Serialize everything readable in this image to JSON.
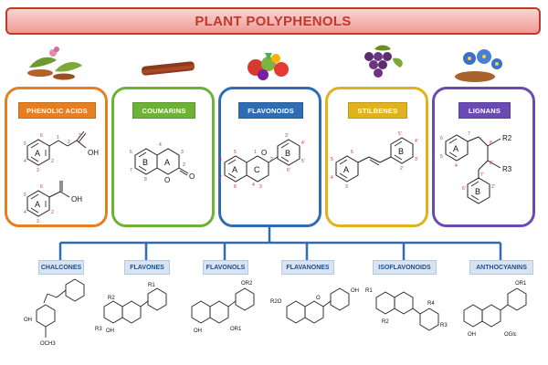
{
  "title": "PLANT POLYPHENOLS",
  "categories": [
    {
      "id": "phenolic",
      "label": "PHENOLIC ACIDS",
      "color": "#e67e22"
    },
    {
      "id": "coumarins",
      "label": "COUMARINS",
      "color": "#6bb235"
    },
    {
      "id": "flavonoids",
      "label": "FLAVONOIDS",
      "color": "#2e6db4"
    },
    {
      "id": "stilbenes",
      "label": "STILBENES",
      "color": "#e2b21c"
    },
    {
      "id": "lignans",
      "label": "LIGNANS",
      "color": "#6a4bb4"
    }
  ],
  "subclasses": [
    "CHALCONES",
    "FLAVONES",
    "FLAVONOLS",
    "FLAVANONES",
    "ISOFLAVONOIDS",
    "ANTHOCYANINS"
  ],
  "structures": {
    "phenolic": {
      "ring1": "A",
      "oh1": "OH",
      "ring2": "A",
      "oh2": "OH"
    },
    "coumarins": {
      "ringB": "B",
      "ringA": "A",
      "oxygen": "O",
      "carbonyl": "O"
    },
    "flavonoids": {
      "ringA": "A",
      "ringC": "C",
      "ringB": "B",
      "oxygen": "O"
    },
    "stilbenes": {
      "ringA": "A",
      "ringB": "B"
    },
    "lignans": {
      "ringA": "A",
      "ringB": "B",
      "r2": "R2",
      "r3": "R3"
    },
    "chalcones": {
      "oh": "OH",
      "och3": "OCH3"
    },
    "flavones": {
      "r1": "R1",
      "r2": "R2",
      "r3": "R3",
      "oh": "OH"
    },
    "flavonols": {
      "or1": "OR1",
      "or2": "OR2",
      "oh": "OH"
    },
    "flavanones": {
      "r2o": "R2O",
      "oh": "OH",
      "o": "O"
    },
    "isoflavonoids": {
      "r4": "R4",
      "r3": "R3",
      "r2": "R2",
      "r1": "R1"
    },
    "anthocyanins": {
      "or1": "OR1",
      "oglc": "OGlc",
      "oh": "OH"
    }
  }
}
